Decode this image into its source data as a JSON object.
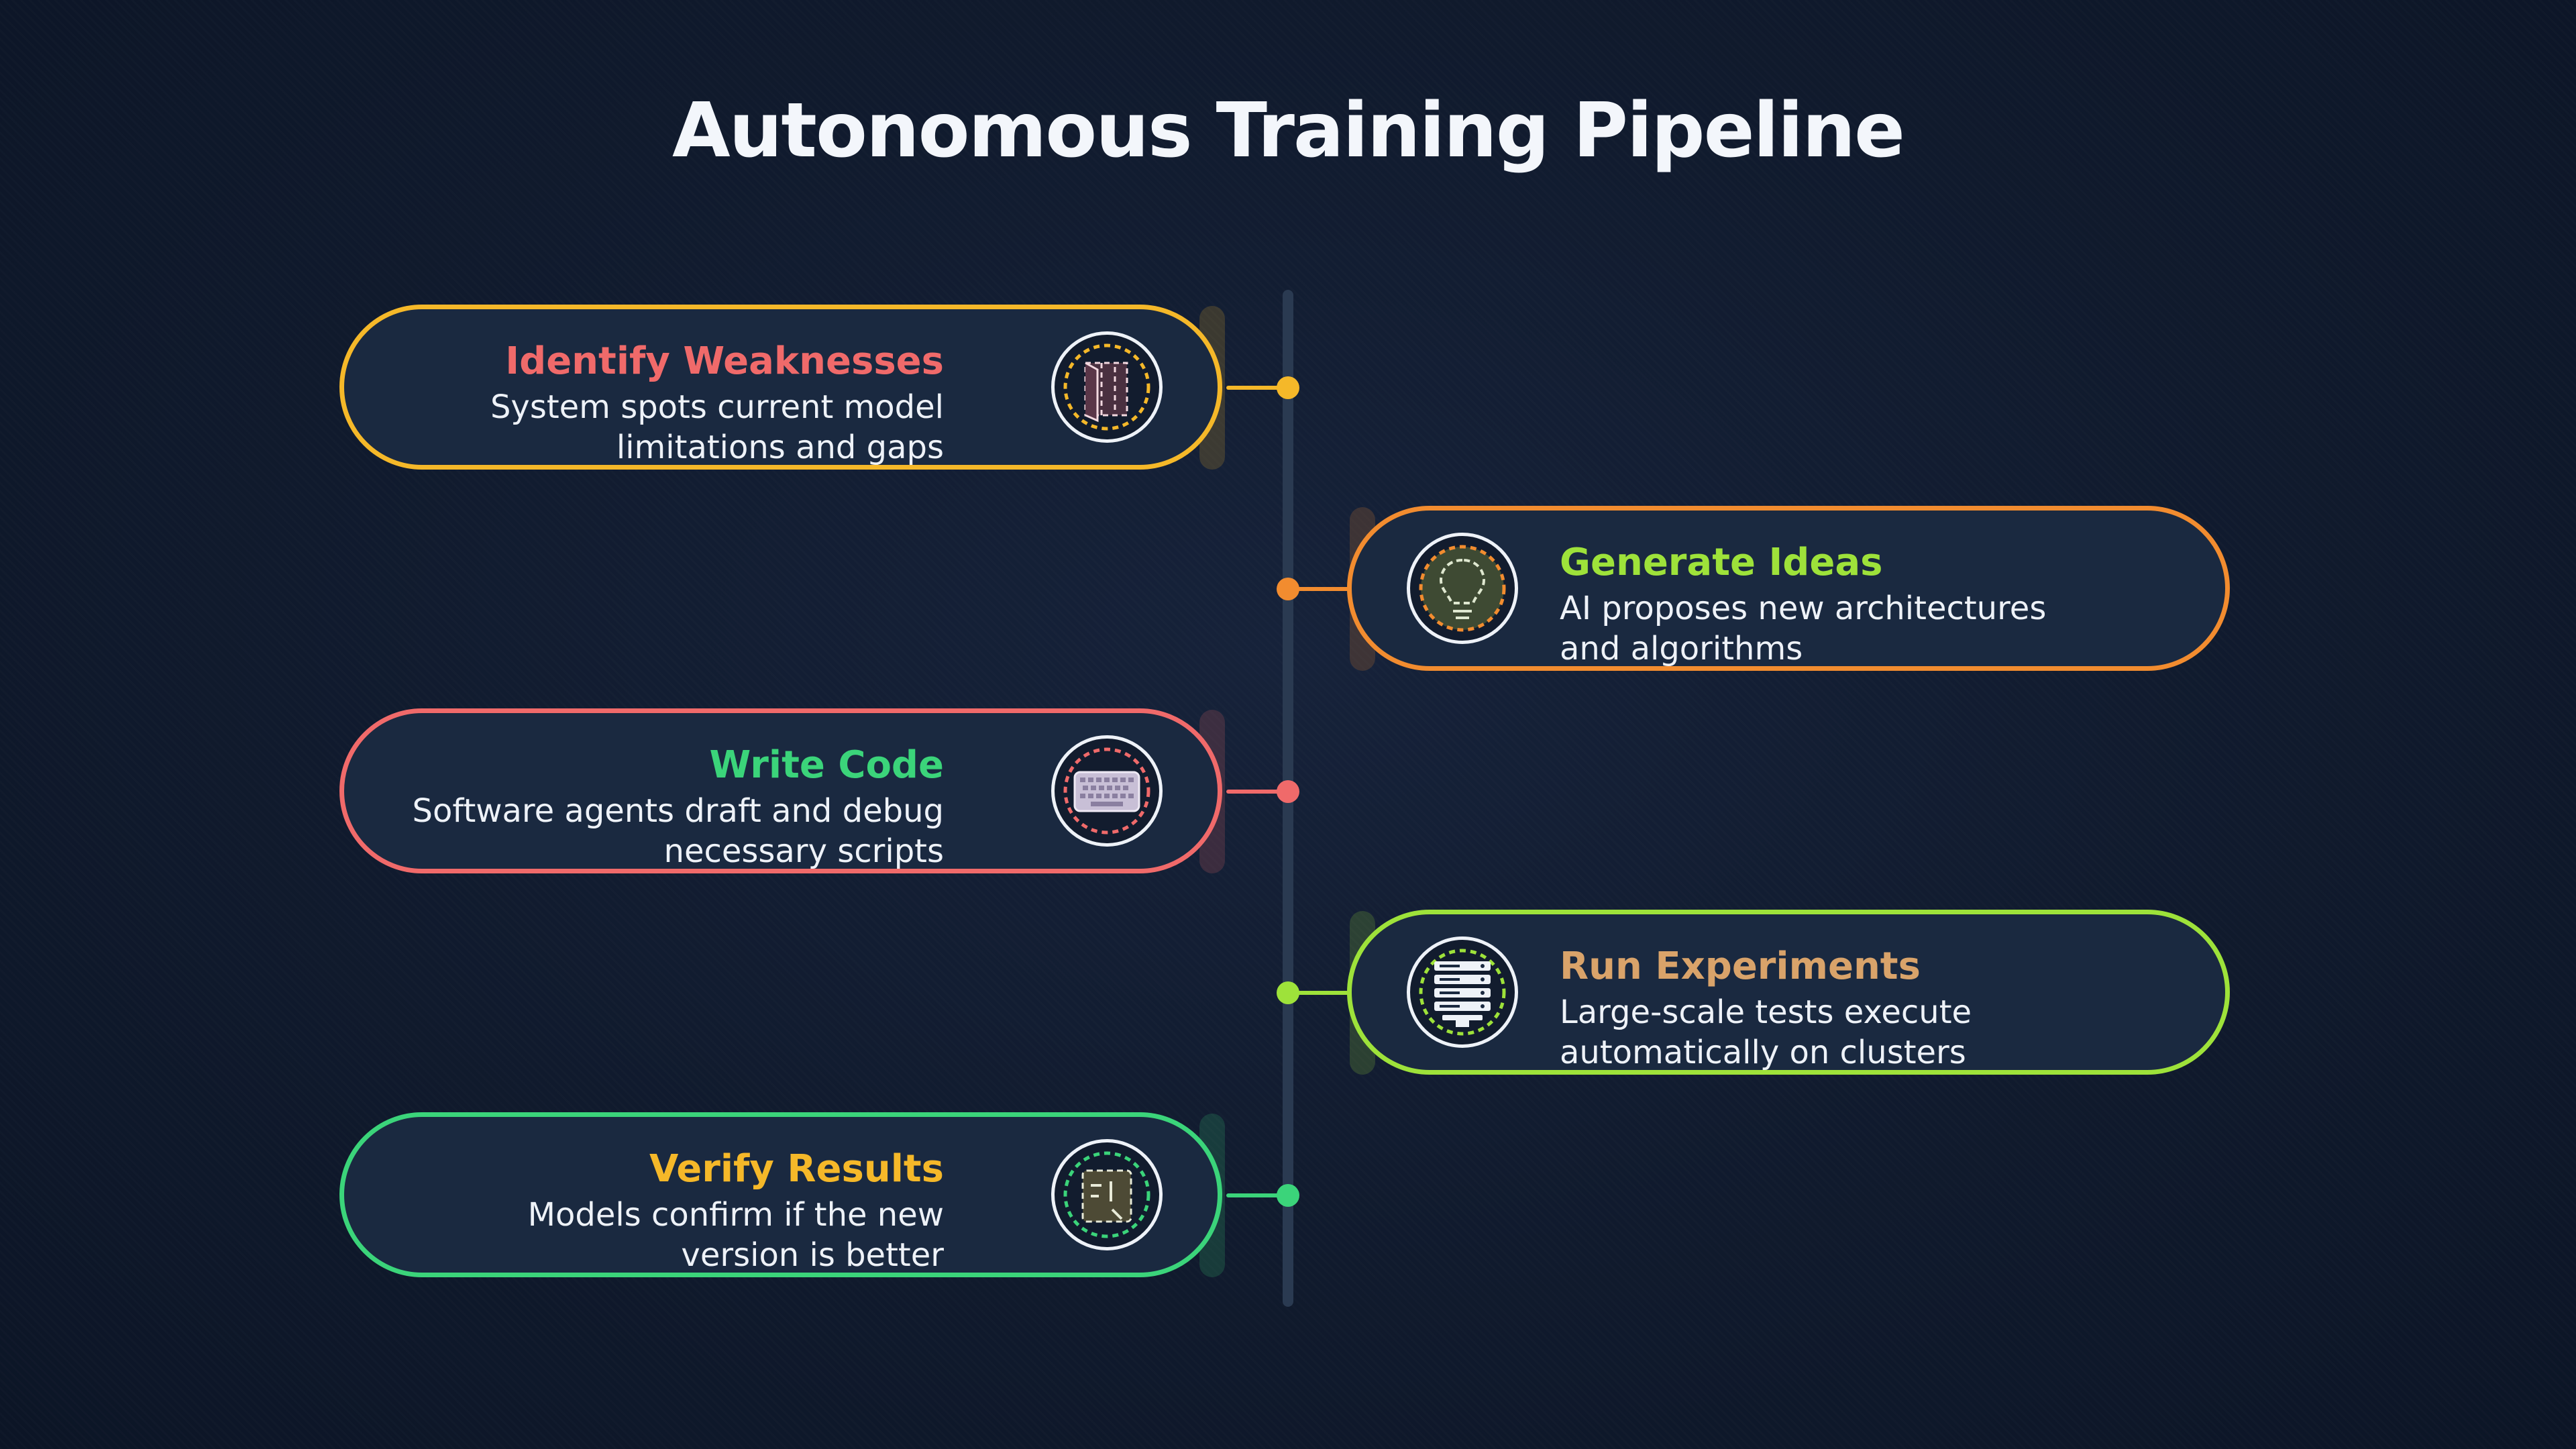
{
  "title": "Autonomous Training Pipeline",
  "steps": [
    {
      "title": "Identify Weaknesses",
      "desc_line1": "System spots current model",
      "desc_line2": "limitations and gaps",
      "side": "left",
      "border_color": "#f5b829",
      "title_color": "#f06a6a",
      "icon": "book-icon"
    },
    {
      "title": "Generate Ideas",
      "desc_line1": "AI proposes new architectures",
      "desc_line2": "and algorithms",
      "side": "right",
      "border_color": "#f28c2f",
      "title_color": "#9ee23a",
      "icon": "lightbulb-icon"
    },
    {
      "title": "Write Code",
      "desc_line1": "Software agents draft and debug",
      "desc_line2": "necessary scripts",
      "side": "left",
      "border_color": "#f06a6a",
      "title_color": "#3bd47a",
      "icon": "keyboard-icon"
    },
    {
      "title": "Run Experiments",
      "desc_line1": "Large-scale tests execute",
      "desc_line2": "automatically on clusters",
      "side": "right",
      "border_color": "#9ee23a",
      "title_color": "#d9a36a",
      "icon": "server-rack-icon"
    },
    {
      "title": "Verify Results",
      "desc_line1": "Models confirm if the new",
      "desc_line2": "version is better",
      "side": "left",
      "border_color": "#3bd47a",
      "title_color": "#f5b829",
      "icon": "checklist-icon"
    }
  ]
}
